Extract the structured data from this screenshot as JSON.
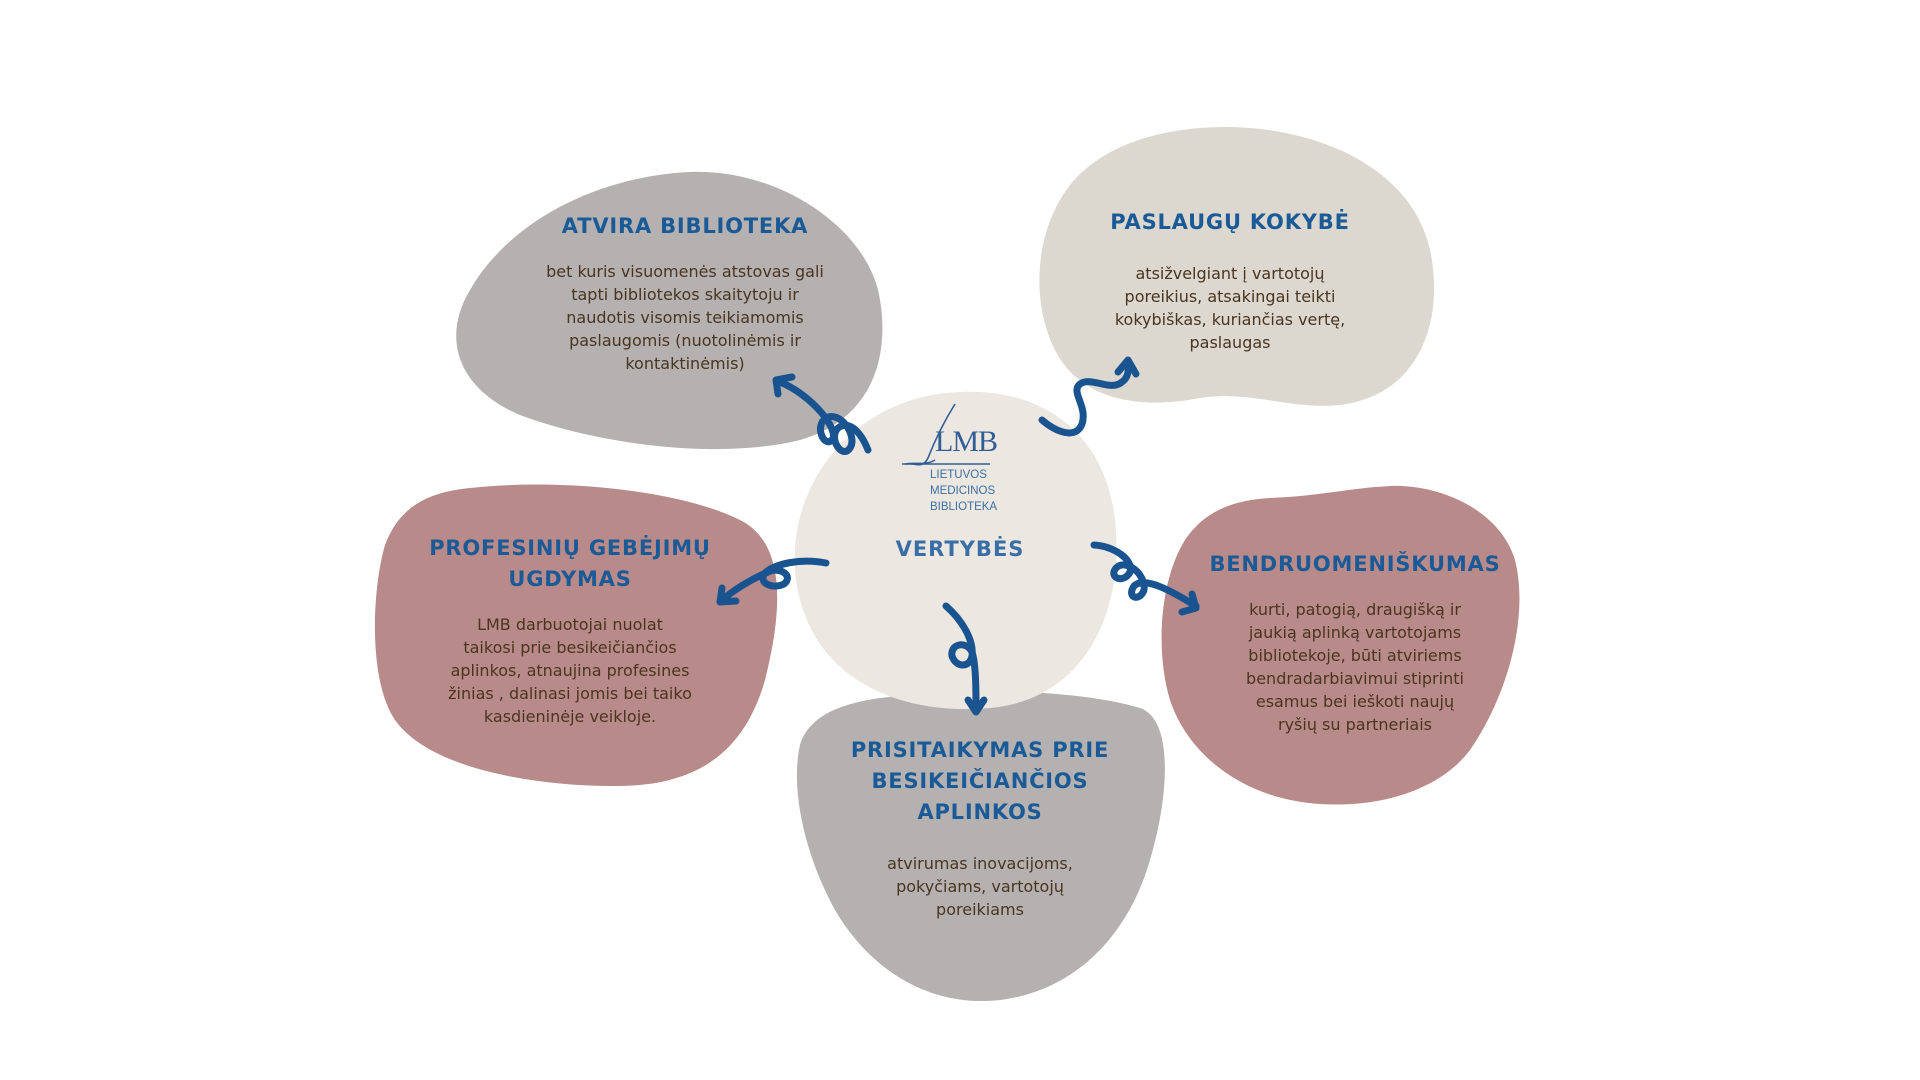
{
  "colors": {
    "gray_blob": "#b4b1b0",
    "beige_blob": "#dcd8d0",
    "center_blob": "#ece8e1",
    "pink_blob": "#b98a8a",
    "title_blue": "#1a5a96",
    "body_brown": "#4a3520",
    "arrow_blue": "#1a5490"
  },
  "center": {
    "logo": {
      "mark": "LMB",
      "lines": [
        "LIETUVOS",
        "MEDICINOS",
        "BIBLIOTEKA"
      ]
    },
    "title": "VERTYBĖS"
  },
  "values": [
    {
      "id": "atvira-biblioteka",
      "title": [
        "ATVIRA BIBLIOTEKA"
      ],
      "description": [
        "bet kuris visuomenės atstovas gali",
        "tapti bibliotekos skaitytoju ir",
        "naudotis visomis teikiamomis",
        "paslaugomis (nuotolinėmis ir",
        "kontaktinėmis)"
      ]
    },
    {
      "id": "paslaugu-kokybe",
      "title": [
        "PASLAUGŲ KOKYBĖ"
      ],
      "description": [
        "atsižvelgiant į vartotojų",
        "poreikius, atsakingai teikti",
        "kokybiškas, kuriančias vertę,",
        "paslaugas"
      ]
    },
    {
      "id": "profesiniu-gebejimu-ugdymas",
      "title": [
        "PROFESINIŲ GEBĖJIMŲ",
        "UGDYMAS"
      ],
      "description": [
        "LMB darbuotojai nuolat",
        "taikosi prie besikeičiančios",
        "aplinkos, atnaujina profesines",
        "žinias , dalinasi jomis bei taiko",
        "kasdieninėje veikloje."
      ]
    },
    {
      "id": "bendruomeniskumas",
      "title": [
        "BENDRUOMENIŠKUMAS"
      ],
      "description": [
        "kurti, patogią, draugišką ir",
        "jaukią aplinką vartotojams",
        "bibliotekoje, būti atviriems",
        "bendradarbiavimui stiprinti",
        "esamus bei ieškoti naujų",
        "ryšių su partneriais"
      ]
    },
    {
      "id": "prisitaikymas",
      "title": [
        "PRISITAIKYMAS PRIE",
        "BESIKEIČIANČIOS",
        "APLINKOS"
      ],
      "description": [
        "atvirumas inovacijoms,",
        "pokyčiams, vartotojų",
        "poreikiams"
      ]
    }
  ]
}
